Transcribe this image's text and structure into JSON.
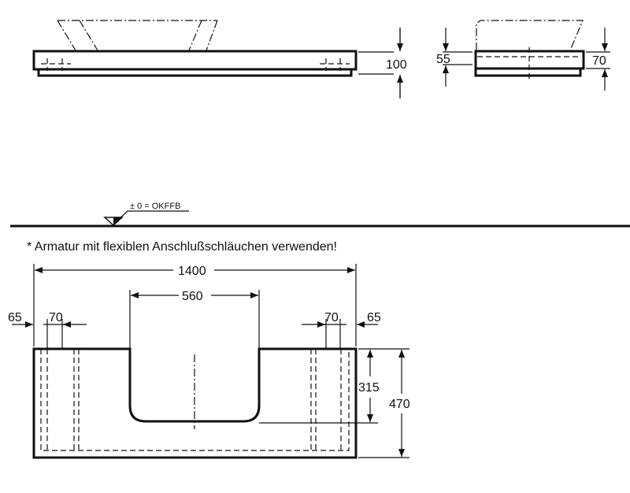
{
  "front_view": {
    "height_dim": "100"
  },
  "side_view": {
    "dim_left": "55",
    "dim_right": "70"
  },
  "floor": {
    "label": "± 0 = OKFFB"
  },
  "note": "* Armatur mit flexiblen Anschlußschläuchen verwenden!",
  "plan_view": {
    "width_dim": "1400",
    "basin_width_dim": "560",
    "left_offset_dim": "65",
    "left_inner_dim": "70",
    "right_inner_dim": "70",
    "right_offset_dim": "65",
    "basin_depth_dim": "315",
    "depth_dim": "470"
  }
}
